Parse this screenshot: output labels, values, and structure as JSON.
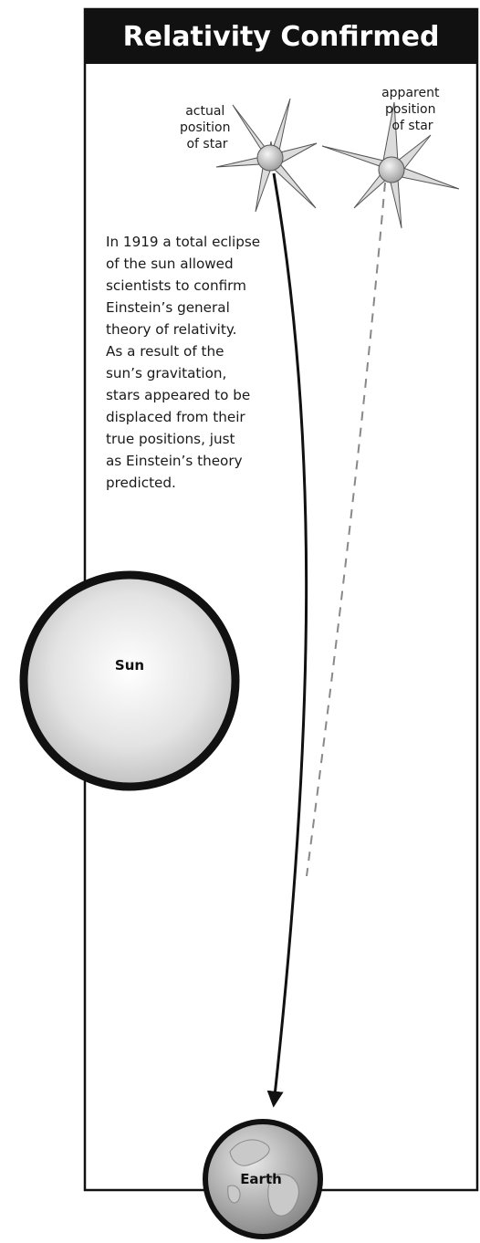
{
  "title": "Relativity Confirmed",
  "labels": {
    "actual_star": [
      "actual",
      "position",
      "of star"
    ],
    "apparent_star": [
      "apparent",
      "position",
      "of star"
    ],
    "sun": "Sun",
    "earth": "Earth"
  },
  "description": [
    "In 1919 a total eclipse",
    "of the sun allowed",
    "scientists to confirm",
    "Einstein’s general",
    "theory of relativity.",
    "As a result of the",
    "sun’s gravitation,",
    "stars appeared to be",
    "displaced from their",
    "true positions, just",
    "as Einstein’s theory",
    "predicted."
  ],
  "colors": {
    "header_background": "#111111",
    "header_text": "#ffffff",
    "frame": "#111111",
    "light_path": "#111111",
    "apparent_path": "#888888"
  }
}
